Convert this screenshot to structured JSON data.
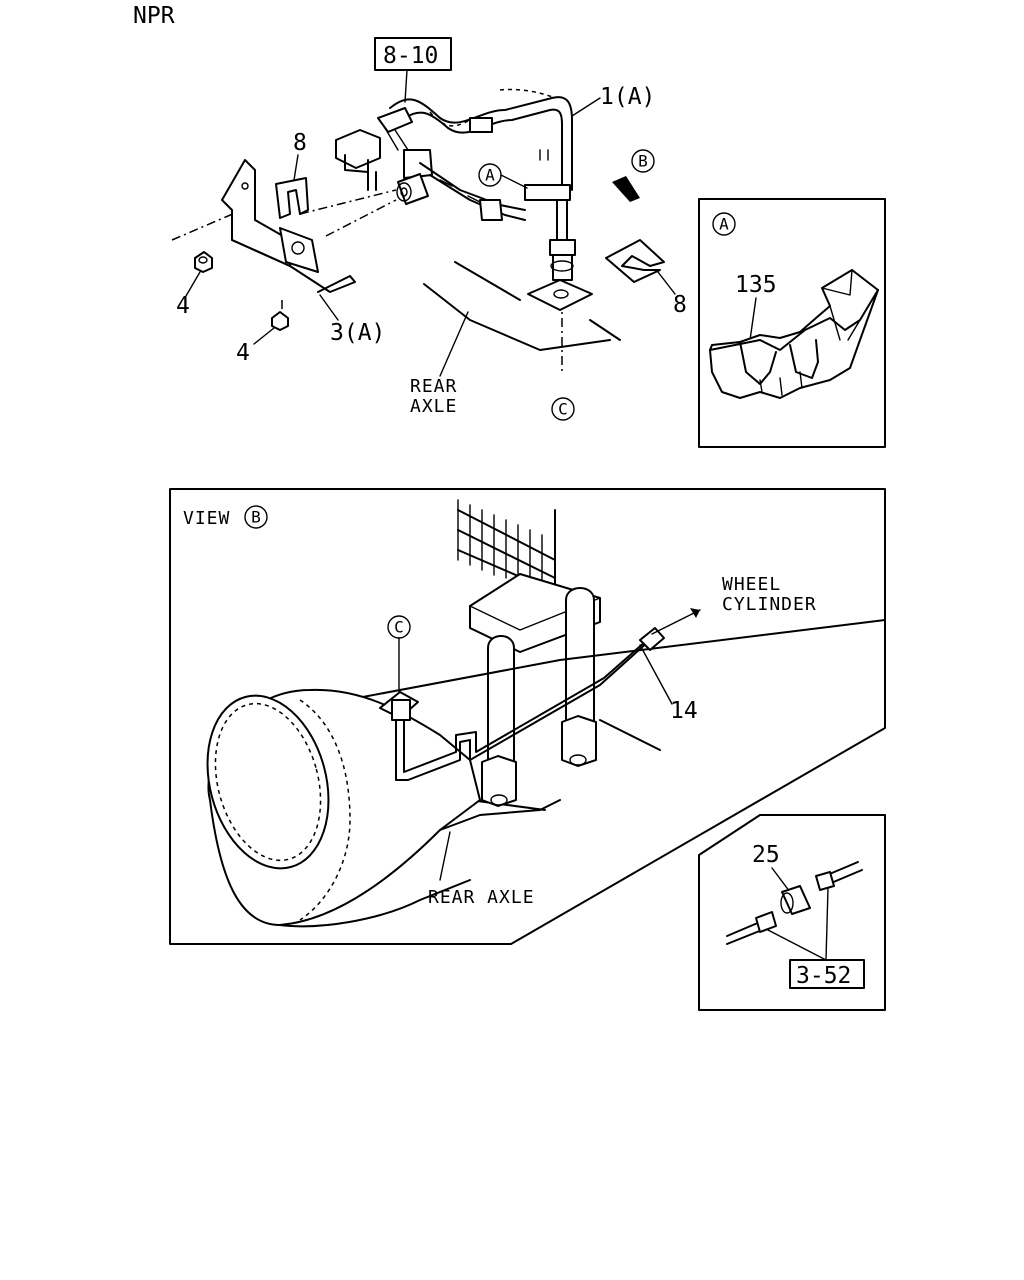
{
  "model": "NPR",
  "labels": {
    "ref_8_10": "8-10",
    "part_1A": "1(A)",
    "part_8_top": "8",
    "part_8_right": "8",
    "part_4_upper": "4",
    "part_4_lower": "4",
    "part_3A": "3(A)",
    "rear_axle_top_1": "REAR",
    "rear_axle_top_2": "AXLE",
    "marker_A": "A",
    "marker_B": "B",
    "marker_C": "C"
  },
  "detail_a": {
    "marker": "A",
    "part_135": "135"
  },
  "view_b": {
    "title": "VIEW",
    "marker": "B",
    "marker_c": "C",
    "wheel_cylinder_1": "WHEEL",
    "wheel_cylinder_2": "CYLINDER",
    "part_14": "14",
    "rear_axle": "REAR  AXLE"
  },
  "detail_fitting": {
    "part_25": "25",
    "ref_3_52": "3-52"
  }
}
